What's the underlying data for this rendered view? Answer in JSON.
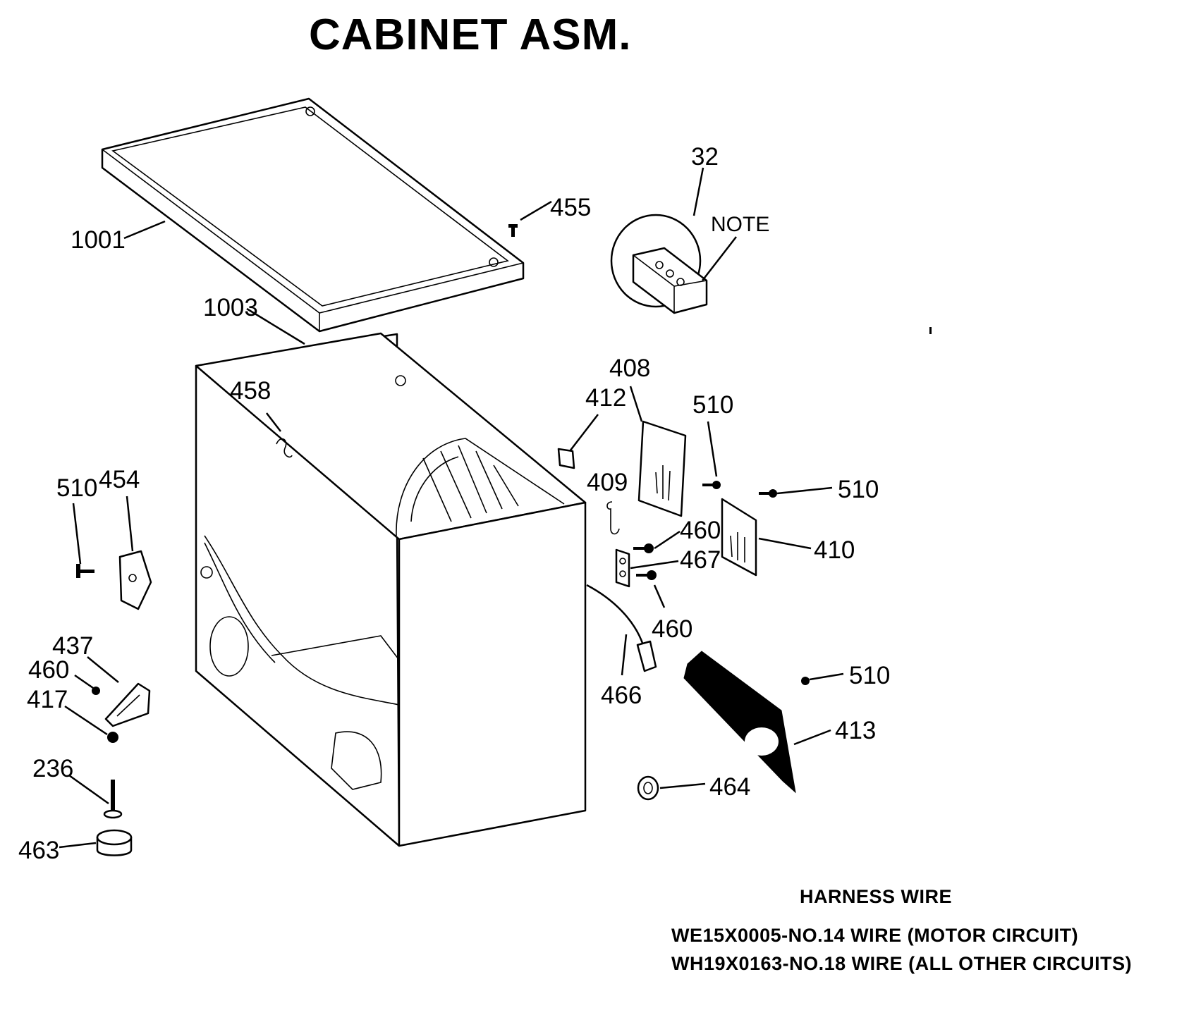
{
  "title": "CABINET ASM.",
  "callouts": {
    "c1001": "1001",
    "c455": "455",
    "c32": "32",
    "note": "NOTE",
    "c1003": "1003",
    "c458": "458",
    "c408": "408",
    "c412": "412",
    "c510a": "510",
    "c510b": "510",
    "c510c": "510",
    "c510d": "510",
    "c454": "454",
    "c409": "409",
    "c460a": "460",
    "c460b": "460",
    "c460c": "460",
    "c467": "467",
    "c410": "410",
    "c437": "437",
    "c417": "417",
    "c466": "466",
    "c413": "413",
    "c236": "236",
    "c464": "464",
    "c463": "463"
  },
  "harness": {
    "title": "HARNESS WIRE",
    "line1": "WE15X0005-NO.14 WIRE (MOTOR CIRCUIT)",
    "line2": "WH19X0163-NO.18 WIRE (ALL OTHER CIRCUITS)"
  }
}
